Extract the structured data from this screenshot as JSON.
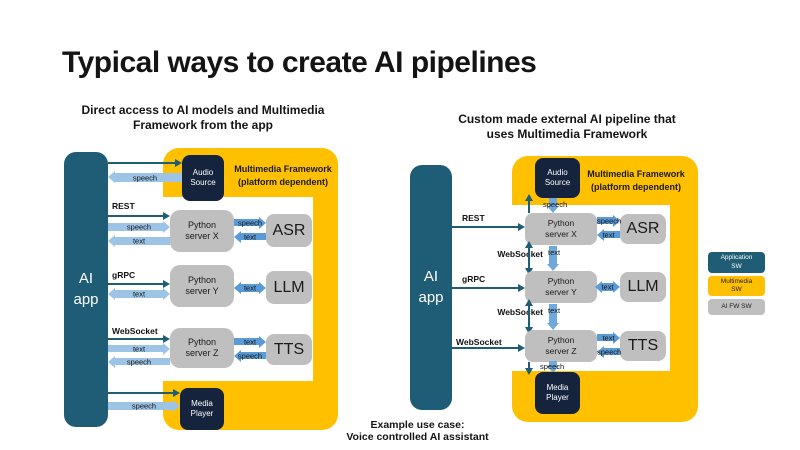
{
  "title": "Typical ways to create AI pipelines",
  "footer": "Example use case:\nVoice controlled AI assistant",
  "labels": {
    "rest": "REST",
    "grpc": "gRPC",
    "websocket": "WebSocket",
    "speech": "speech",
    "text": "text"
  },
  "left": {
    "caption": "Direct access to AI models and Multimedia\nFramework from the app",
    "app": "AI\napp",
    "framework_title": "Multimedia Framework\n(platform dependent)",
    "audio_source": "Audio\nSource",
    "media_player": "Media\nPlayer",
    "server_x": "Python\nserver X",
    "server_y": "Python\nserver Y",
    "server_z": "Python\nserver Z",
    "asr": "ASR",
    "llm": "LLM",
    "tts": "TTS"
  },
  "right": {
    "caption": "Custom made external AI pipeline that\nuses Multimedia Framework",
    "app": "AI\napp",
    "framework_title": "Multimedia Framework\n(platform dependent)",
    "audio_source": "Audio\nSource",
    "media_player": "Media\nPlayer",
    "server_x": "Python\nserver X",
    "server_y": "Python\nserver Y",
    "server_z": "Python\nserver Z",
    "asr": "ASR",
    "llm": "LLM",
    "tts": "TTS"
  },
  "legend": {
    "items": [
      {
        "label": "Application\nSW",
        "color": "#1F5C75",
        "text_color": "#FFFFFF"
      },
      {
        "label": "Multimedia\nSW",
        "color": "#FFC000",
        "text_color": "#1A1A1A"
      },
      {
        "label": "AI FW SW",
        "color": "#BFBFBF",
        "text_color": "#1A1A1A"
      }
    ]
  },
  "colors": {
    "application_teal": "#1F5C75",
    "framework_yellow": "#FFC000",
    "ai_framework_gray": "#BFBFBF",
    "endpoint_navy": "#16233C",
    "arrow_light_blue": "#9DC3E6",
    "arrow_medium_blue": "#5B9BD5",
    "arrow_vertical_blue": "#6FA8DC",
    "connector_teal": "#1F5C75"
  }
}
